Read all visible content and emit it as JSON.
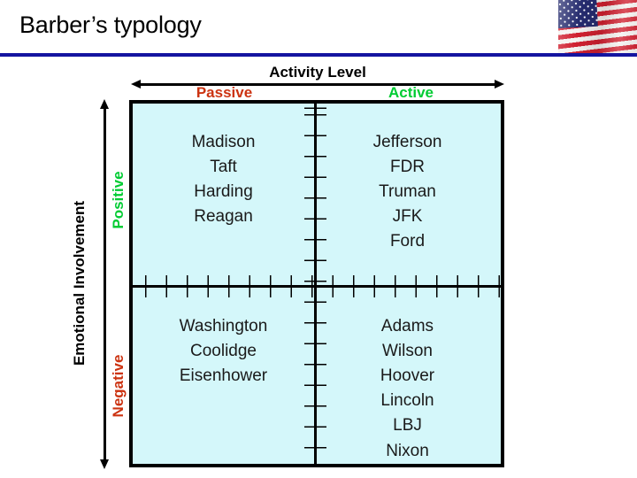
{
  "slide": {
    "title": "Barber’s typology",
    "rule_color": "#1414A0"
  },
  "decor": {
    "flag_icon": "american-flag"
  },
  "axes": {
    "x": {
      "title": "Activity Level",
      "low_label": "Passive",
      "high_label": "Active",
      "low_color": "#CC3311",
      "high_color": "#00CC33"
    },
    "y": {
      "title": "Emotional Involvement",
      "high_label": "Positive",
      "low_label": "Negative",
      "high_color": "#00CC33",
      "low_color": "#CC3311"
    }
  },
  "matrix": {
    "fill_color": "#D4F7FA",
    "border_color": "#000000",
    "quadrants": [
      {
        "id": "passive-positive",
        "row": "Positive",
        "column": "Passive",
        "presidents": [
          "Madison",
          "Taft",
          "Harding",
          "Reagan"
        ]
      },
      {
        "id": "active-positive",
        "row": "Positive",
        "column": "Active",
        "presidents": [
          "Jefferson",
          "FDR",
          "Truman",
          "JFK",
          "Ford"
        ]
      },
      {
        "id": "passive-negative",
        "row": "Negative",
        "column": "Passive",
        "presidents": [
          "Washington",
          "Coolidge",
          "Eisenhower"
        ]
      },
      {
        "id": "active-negative",
        "row": "Negative",
        "column": "Active",
        "presidents": [
          "Adams",
          "Wilson",
          "Hoover",
          "Lincoln",
          "LBJ",
          "Nixon"
        ]
      }
    ]
  }
}
